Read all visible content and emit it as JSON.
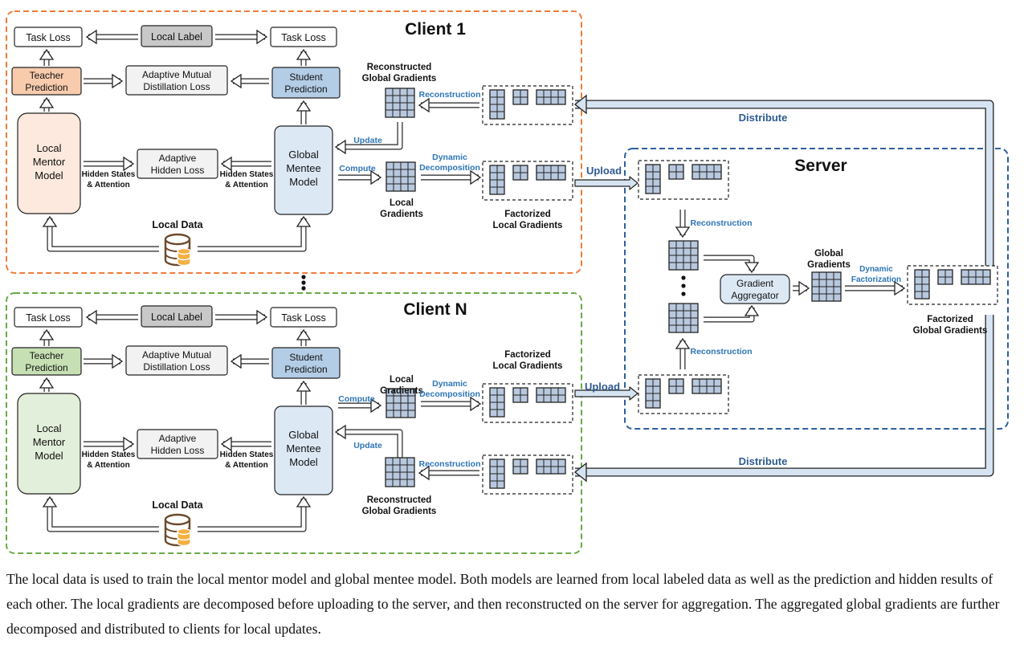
{
  "colors": {
    "client1_border": "#ee7d3b",
    "clientN_border": "#6aaa45",
    "server_border": "#2e5f9e",
    "teacher_orange": "#f8cbad",
    "mentor_orange": "#fde9dd",
    "teacher_green": "#c6e0b4",
    "mentor_green": "#e2efda",
    "student_blue": "#b4cde6",
    "mentee_blue": "#dce9f5",
    "matrix_fill": "#b8c8de",
    "arrow_fill": "#d6e3f1",
    "label_blue": "#2e75b6",
    "distribute_blue": "#2e5a91",
    "db_orange": "#f4b041",
    "db_brown": "#6b4a2c"
  },
  "client1": {
    "title": "Client 1",
    "task_loss_left": "Task Loss",
    "local_label": "Local Label",
    "task_loss_right": "Task Loss",
    "teacher_prediction": [
      "Teacher",
      "Prediction"
    ],
    "adaptive_mutual": [
      "Adaptive Mutual",
      "Distillation Loss"
    ],
    "student_prediction": [
      "Student",
      "Prediction"
    ],
    "local_mentor": [
      "Local",
      "Mentor",
      "Model"
    ],
    "adaptive_hidden": [
      "Adaptive",
      "Hidden Loss"
    ],
    "global_mentee": [
      "Global",
      "Mentee",
      "Model"
    ],
    "hidden_states_left": [
      "Hidden States",
      "& Attention"
    ],
    "hidden_states_right": [
      "Hidden States",
      "& Attention"
    ],
    "local_data": "Local Data",
    "reconstructed": [
      "Reconstructed",
      "Global Gradients"
    ],
    "reconstruction": "Reconstruction",
    "update": "Update",
    "compute": "Compute",
    "dynamic_decomposition": [
      "Dynamic",
      "Decomposition"
    ],
    "local_gradients": [
      "Local",
      "Gradients"
    ],
    "factorized": [
      "Factorized",
      "Local Gradients"
    ]
  },
  "clientN": {
    "title": "Client N",
    "task_loss_left": "Task Loss",
    "local_label": "Local Label",
    "task_loss_right": "Task Loss",
    "teacher_prediction": [
      "Teacher",
      "Prediction"
    ],
    "adaptive_mutual": [
      "Adaptive Mutual",
      "Distillation Loss"
    ],
    "student_prediction": [
      "Student",
      "Prediction"
    ],
    "local_mentor": [
      "Local",
      "Mentor",
      "Model"
    ],
    "adaptive_hidden": [
      "Adaptive",
      "Hidden Loss"
    ],
    "global_mentee": [
      "Global",
      "Mentee",
      "Model"
    ],
    "hidden_states_left": [
      "Hidden States",
      "& Attention"
    ],
    "hidden_states_right": [
      "Hidden States",
      "& Attention"
    ],
    "local_data": "Local Data",
    "local_gradients": [
      "Local",
      "Gradients"
    ],
    "compute": "Compute",
    "dynamic_decomposition": [
      "Dynamic",
      "Decomposition"
    ],
    "factorized": [
      "Factorized",
      "Local Gradients"
    ],
    "update": "Update",
    "reconstruction": "Reconstruction",
    "reconstructed": [
      "Reconstructed",
      "Global Gradients"
    ]
  },
  "server": {
    "title": "Server",
    "reconstruction_top": "Reconstruction",
    "reconstruction_bottom": "Reconstruction",
    "gradient_aggregator": [
      "Gradient",
      "Aggregator"
    ],
    "global_gradients": [
      "Global",
      "Gradients"
    ],
    "dynamic_factorization": [
      "Dynamic",
      "Factorization"
    ],
    "factorized_global": [
      "Factorized",
      "Global Gradients"
    ]
  },
  "flows": {
    "upload_top": "Upload",
    "upload_bottom": "Upload",
    "distribute_top": "Distribute",
    "distribute_bottom": "Distribute"
  },
  "caption": "The local data is used to train the local mentor model and global mentee model. Both models are learned from local labeled data as well as the prediction and hidden results of each other. The local gradients are decomposed before uploading to the server, and then reconstructed on the server for aggregation. The aggregated global gradients are further decomposed and distributed to clients for local updates."
}
